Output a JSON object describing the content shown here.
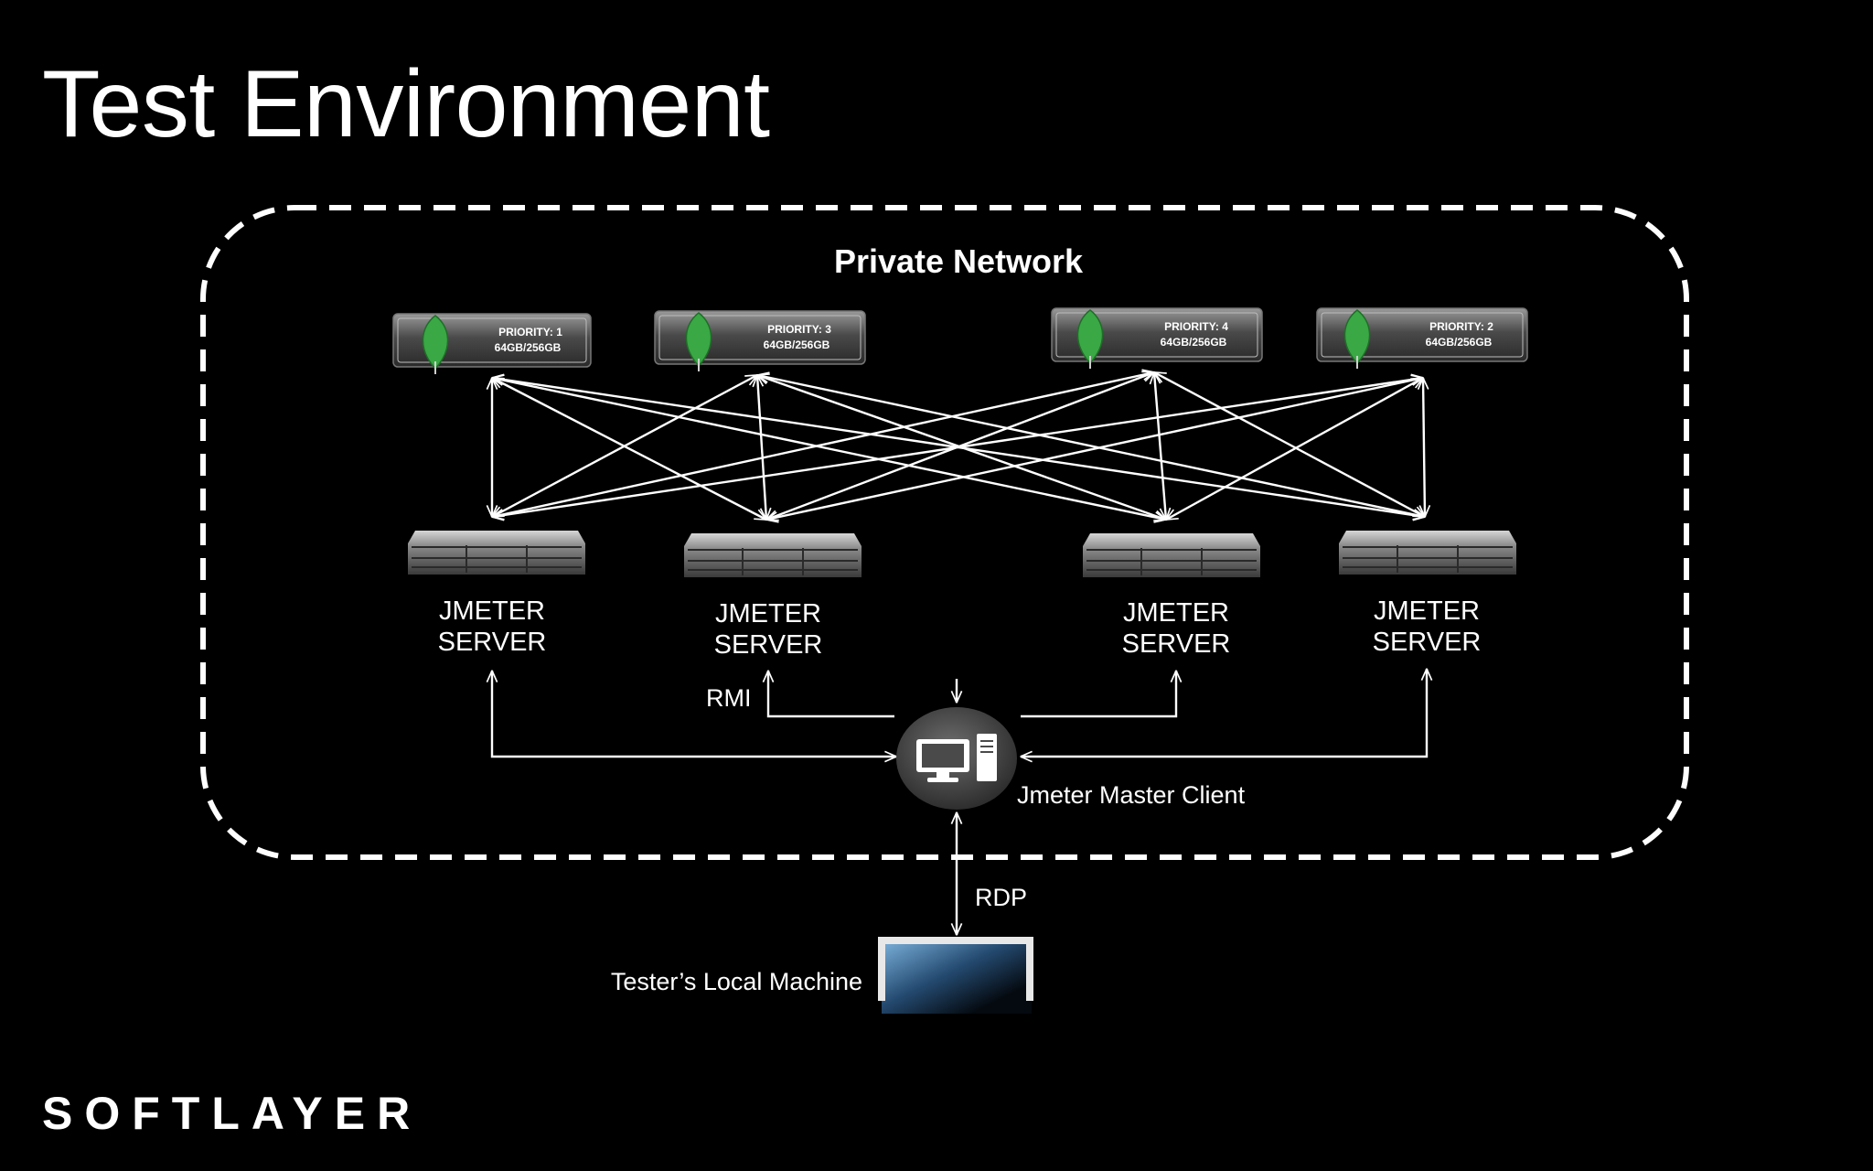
{
  "slide": {
    "title": "Test Environment",
    "logo_text": "SOFTLAYER"
  },
  "diagram": {
    "network_label": "Private Network",
    "db_nodes": [
      {
        "priority": "PRIORITY: 1",
        "capacity": "64GB/256GB",
        "icon": "mongodb-leaf-icon"
      },
      {
        "priority": "PRIORITY: 3",
        "capacity": "64GB/256GB",
        "icon": "mongodb-leaf-icon"
      },
      {
        "priority": "PRIORITY: 4",
        "capacity": "64GB/256GB",
        "icon": "mongodb-leaf-icon"
      },
      {
        "priority": "PRIORITY: 2",
        "capacity": "64GB/256GB",
        "icon": "mongodb-leaf-icon"
      }
    ],
    "jmeter_servers": [
      {
        "line1": "JMETER",
        "line2": "SERVER"
      },
      {
        "line1": "JMETER",
        "line2": "SERVER"
      },
      {
        "line1": "JMETER",
        "line2": "SERVER"
      },
      {
        "line1": "JMETER",
        "line2": "SERVER"
      }
    ],
    "rmi_label": "RMI",
    "master_label": "Jmeter Master Client",
    "rdp_label": "RDP",
    "local_label": "Tester’s Local Machine",
    "colors": {
      "background": "#000000",
      "foreground": "#ffffff",
      "leaf": "#3aa845"
    }
  }
}
